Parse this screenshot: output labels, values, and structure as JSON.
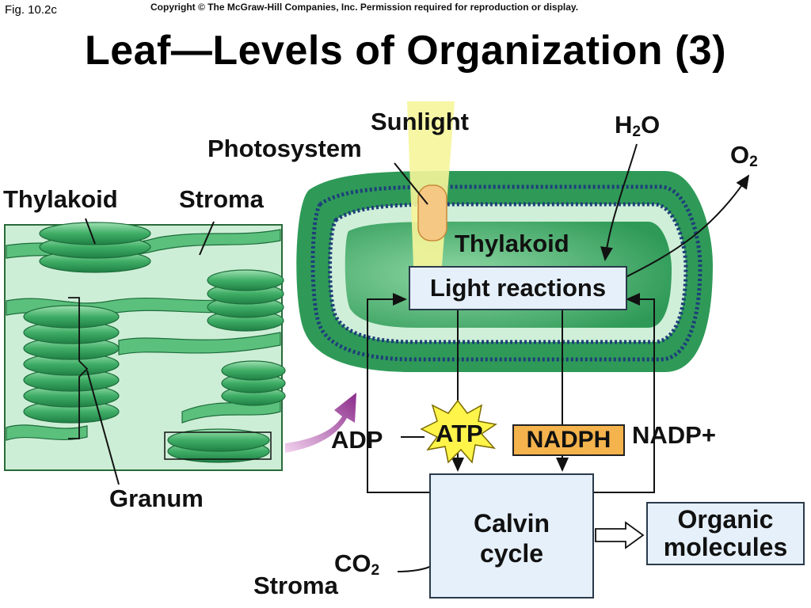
{
  "header": {
    "figure_label": "Fig. 10.2c",
    "copyright": "Copyright © The McGraw-Hill Companies, Inc. Permission required for reproduction or display.",
    "title": "Leaf—Levels of Organization (3)"
  },
  "diagram": {
    "labels": {
      "thylakoid_left": "Thylakoid",
      "stroma_top": "Stroma",
      "granum": "Granum",
      "sunlight": "Sunlight",
      "photosystem": "Photosystem",
      "h2o_main": "H",
      "h2o_sub": "2",
      "h2o_end": "O",
      "o2_main": "O",
      "o2_sub": "2",
      "thylakoid_inner": "Thylakoid",
      "adp": "ADP",
      "atp": "ATP",
      "nadph": "NADPH",
      "nadp": "NADP+",
      "co2_main": "CO",
      "co2_sub": "2",
      "stroma_bottom": "Stroma"
    },
    "boxes": {
      "light_reactions": "Light reactions",
      "calvin_line1": "Calvin",
      "calvin_line2": "cycle",
      "organic_line1": "Organic",
      "organic_line2": "molecules"
    },
    "colors": {
      "membrane_green": "#2f9a58",
      "stroma_light": "#cbeed3",
      "sunlight_beam": "#f6f59a",
      "photosystem": "#f5c884",
      "nadph_fill": "#f4b34c",
      "atp_star": "#fff44a",
      "box_fill": "#e6f0fb",
      "purple_arrow": "#9a3a98"
    }
  }
}
